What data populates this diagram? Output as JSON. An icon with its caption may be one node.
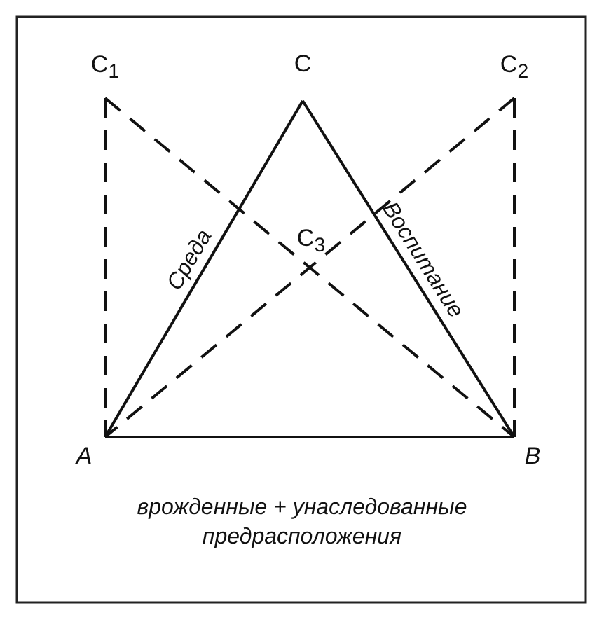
{
  "diagram": {
    "caption": "врожденные + унаследованные предрасположения",
    "nodes": [
      {
        "text": [
          "C$_{1}$"
        ]
      },
      {
        "text": [
          "C"
        ]
      },
      {
        "text": [
          "C$_{2}$"
        ]
      },
      {
        "text": [
          "A"
        ]
      },
      {
        "text": [
          "B"
        ]
      }
    ],
    "edges": [
      {
        "from": 3,
        "to": 1,
        "arrow": "none",
        "label": "Среда"
      },
      {
        "from": 1,
        "to": 4,
        "arrow": "none",
        "label": "Воспитание"
      },
      {
        "from": 3,
        "to": 4,
        "arrow": "none"
      },
      {
        "from": 0,
        "to": 3,
        "arrow": "none",
        "style": "dashed"
      },
      {
        "from": 0,
        "to": 4,
        "arrow": "none",
        "style": "dashed"
      },
      {
        "from": 2,
        "to": 4,
        "arrow": "none",
        "style": "dashed"
      },
      {
        "from": 2,
        "to": 3,
        "arrow": "none",
        "style": "dashed"
      }
    ],
    "labels": [
      "C$_{3}$"
    ]
  }
}
